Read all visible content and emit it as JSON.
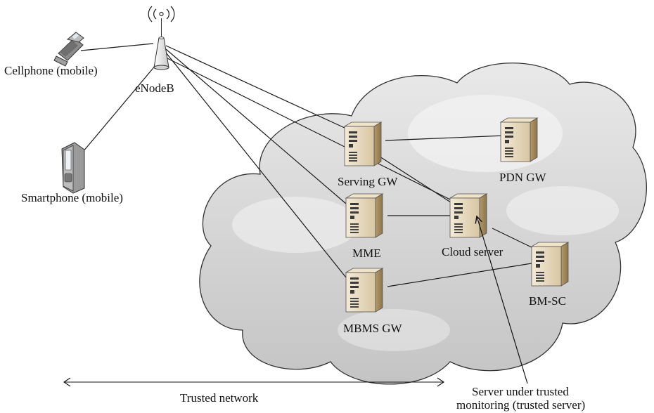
{
  "diagram": {
    "devices": {
      "cellphone": "Cellphone (mobile)",
      "smartphone": "Smartphone (mobile)",
      "enodeb": "eNodeB"
    },
    "servers": {
      "serving_gw": "Serving GW",
      "pdn_gw": "PDN GW",
      "mme": "MME",
      "cloud_server": "Cloud server",
      "mbms_gw": "MBMS GW",
      "bm_sc": "BM-SC"
    },
    "annotations": {
      "trusted_network": "Trusted network",
      "trusted_server_line1": "Server under trusted",
      "trusted_server_line2": "monitoring (trusted server)"
    }
  }
}
